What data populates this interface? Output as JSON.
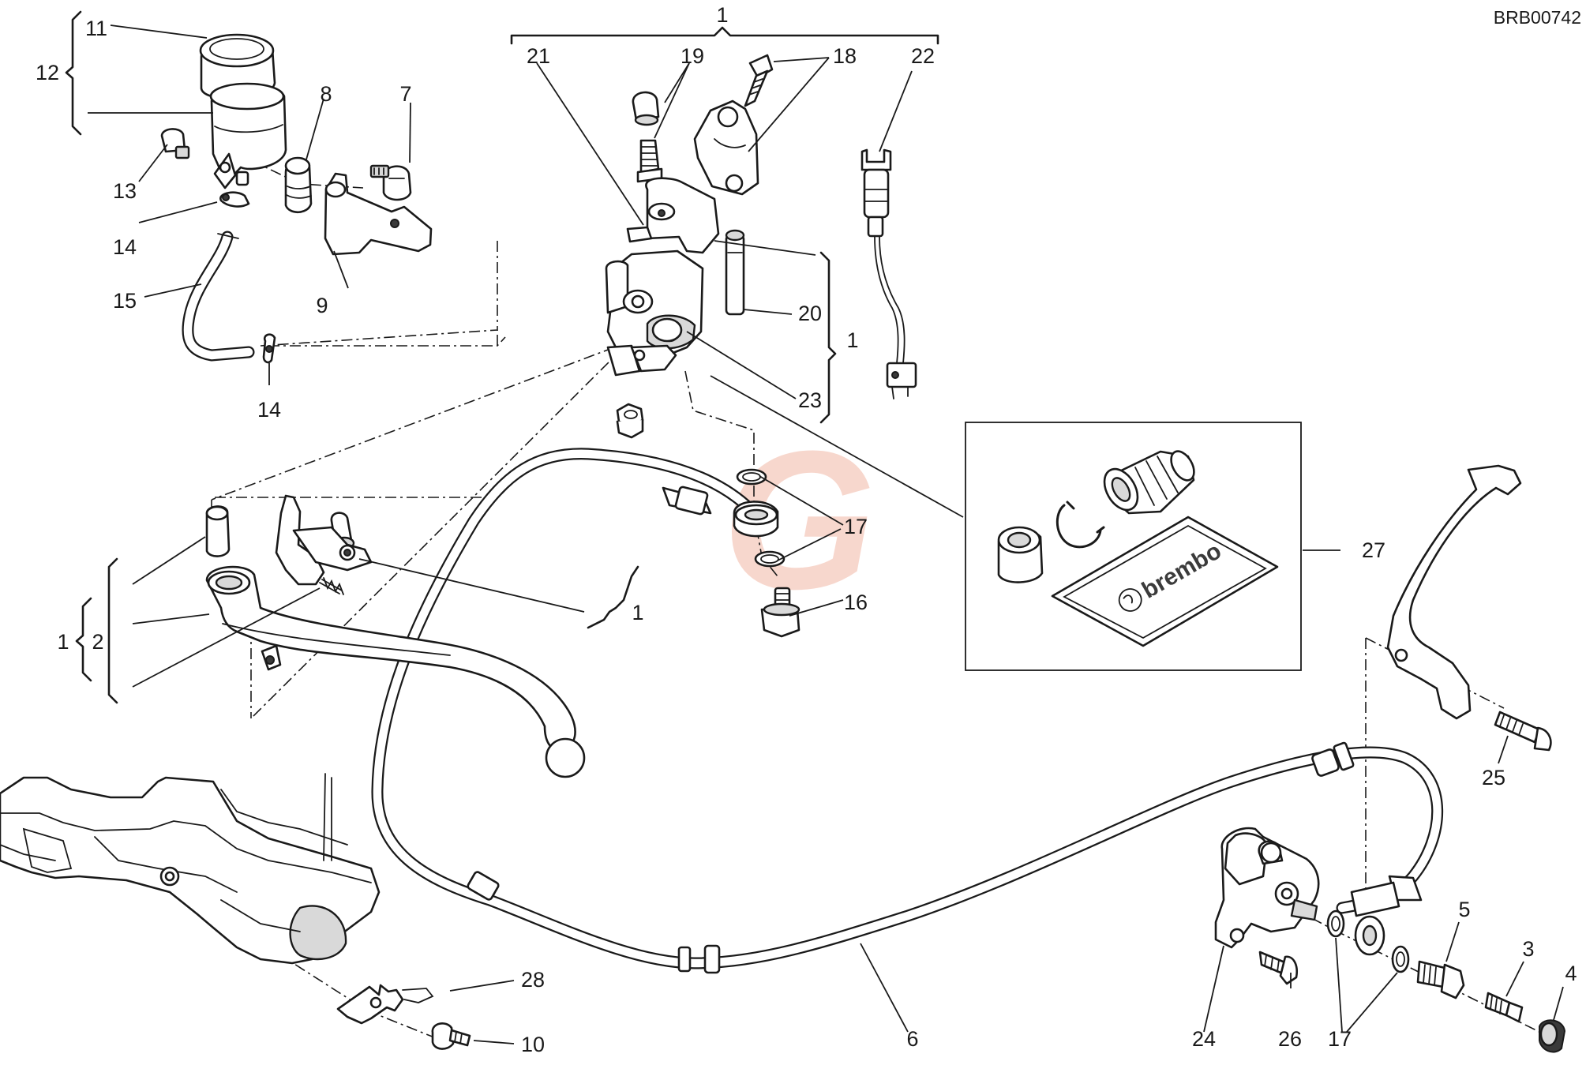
{
  "drawing_code": "BRB00742",
  "watermark_letter": "G",
  "kit_brand": "brembo",
  "colors": {
    "line": "#1a1a1a",
    "watermark": "#f2b8a6",
    "fill_shade": "#d9d9d9"
  },
  "part_labels": {
    "p1_top": "1",
    "p1_right": "1",
    "p1_left": "1",
    "p1_mid": "1",
    "p2": "2",
    "p3": "3",
    "p4": "4",
    "p5": "5",
    "p6": "6",
    "p7": "7",
    "p8": "8",
    "p9": "9",
    "p10": "10",
    "p11": "11",
    "p12": "12",
    "p13": "13",
    "p14_upper": "14",
    "p14_lower": "14",
    "p15": "15",
    "p16": "16",
    "p17_upper": "17",
    "p17_left": "17",
    "p17_right": "17",
    "p18": "18",
    "p19": "19",
    "p20": "20",
    "p21": "21",
    "p22": "22",
    "p23": "23",
    "p24": "24",
    "p25": "25",
    "p26": "26",
    "p27": "27",
    "p28": "28"
  }
}
